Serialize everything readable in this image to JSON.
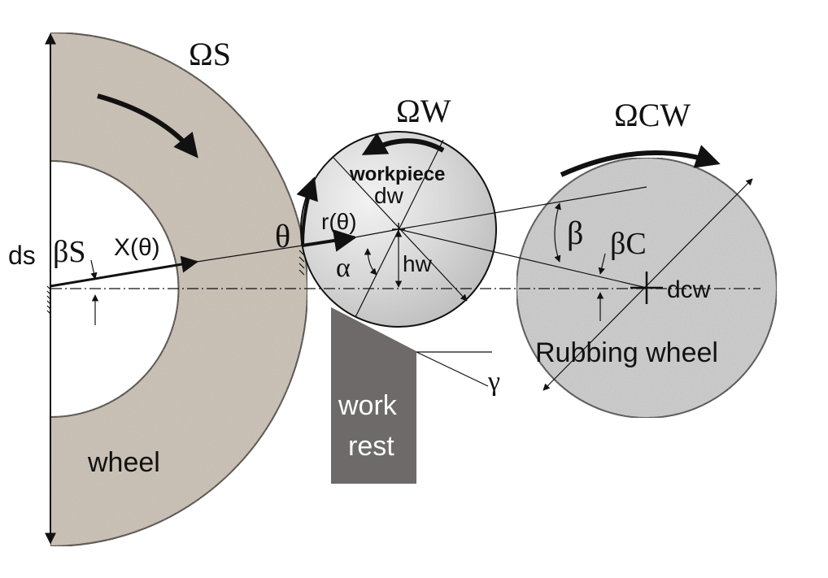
{
  "labels": {
    "omega_s": "ΩS",
    "omega_w": "ΩW",
    "omega_cw": "ΩCW",
    "workpiece": "workpiece",
    "d_w": "dw",
    "d_s": "ds",
    "beta_s": "βS",
    "x_theta": "X(θ)",
    "theta": "θ",
    "r_theta": "r(θ)",
    "alpha": "α",
    "h_w": "hw",
    "beta": "β",
    "beta_c": "βC",
    "d_cw": "dcw",
    "rubbing_wheel": "Rubbing wheel",
    "gamma": "γ",
    "work_rest_1": "work",
    "work_rest_2": "rest",
    "wheel": "wheel"
  },
  "colors": {
    "grinding_wheel": "#cfc6bb",
    "workpiece": "#d9d9d9",
    "rubbing_wheel": "#d4d4d4",
    "work_rest": "#6d6a69",
    "outline": "#111111"
  }
}
